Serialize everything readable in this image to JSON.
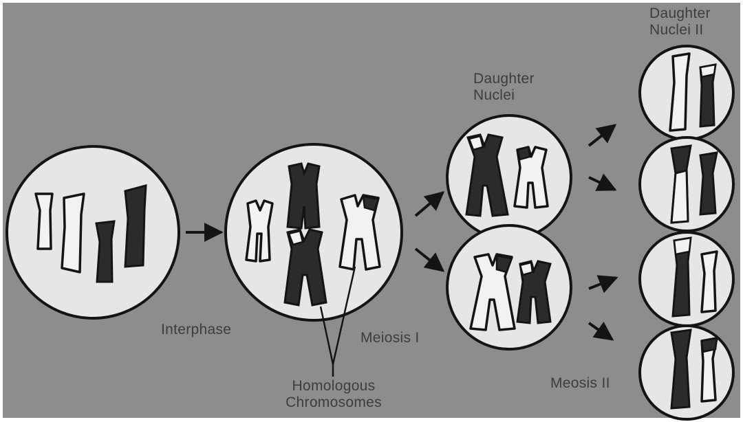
{
  "labels": {
    "interphase": "Interphase",
    "meiosis1": "Meiosis I",
    "meiosis2": "Meosis II",
    "homologous_line1": "Homologous",
    "homologous_line2": "Chromosomes",
    "daughter_nuclei_line1": "Daughter",
    "daughter_nuclei_line2": "Nuclei",
    "daughter_nuclei2_line1": "Daughter",
    "daughter_nuclei2_line2": "Nuclei II"
  },
  "colors": {
    "background": "#8d8d8d",
    "cell_fill": "#e6e6e6",
    "outline": "#141414",
    "dark_chromosome": "#2b2b2b",
    "light_chromosome": "#f2f2f2",
    "label_text": "#3d3d3d"
  }
}
